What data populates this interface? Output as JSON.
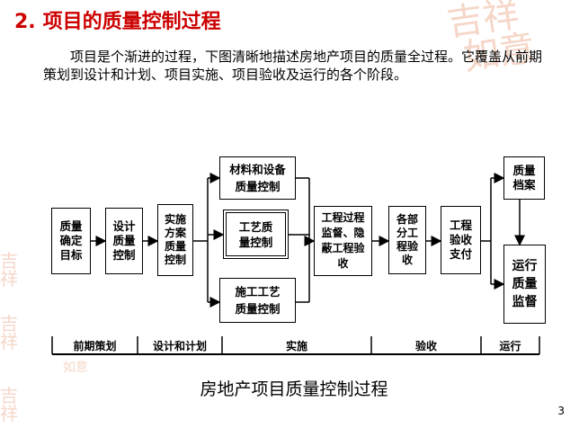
{
  "heading": {
    "number": "2.",
    "title": "项目的质量控制过程"
  },
  "intro": "项目是个渐进的过程，下图清晰地描述房地产项目的质量全过程。它覆盖从前期策划到设计和计划、项目实施、项目验收及运行的各个阶段。",
  "diagram": {
    "boxes": {
      "quality_goal": "质量确定目标",
      "design_quality": "设计质量控制",
      "implementation_plan": "实施方案质量控制",
      "material_equipment": "材料和设备质量控制",
      "process_quality": "工艺质量控制",
      "construction_process": "施工工艺质量控制",
      "process_supervision": "工程过程监督、隐蔽工程验收",
      "partial_acceptance": "各部分工程验收",
      "project_acceptance": "工程验收支付",
      "quality_archive": "质量档案",
      "operation_supervision": "运行质量监督"
    },
    "phases": [
      "前期策划",
      "设计和计划",
      "实施",
      "验收",
      "运行"
    ]
  },
  "caption": "房地产项目质量控制过程",
  "page_number": "3"
}
